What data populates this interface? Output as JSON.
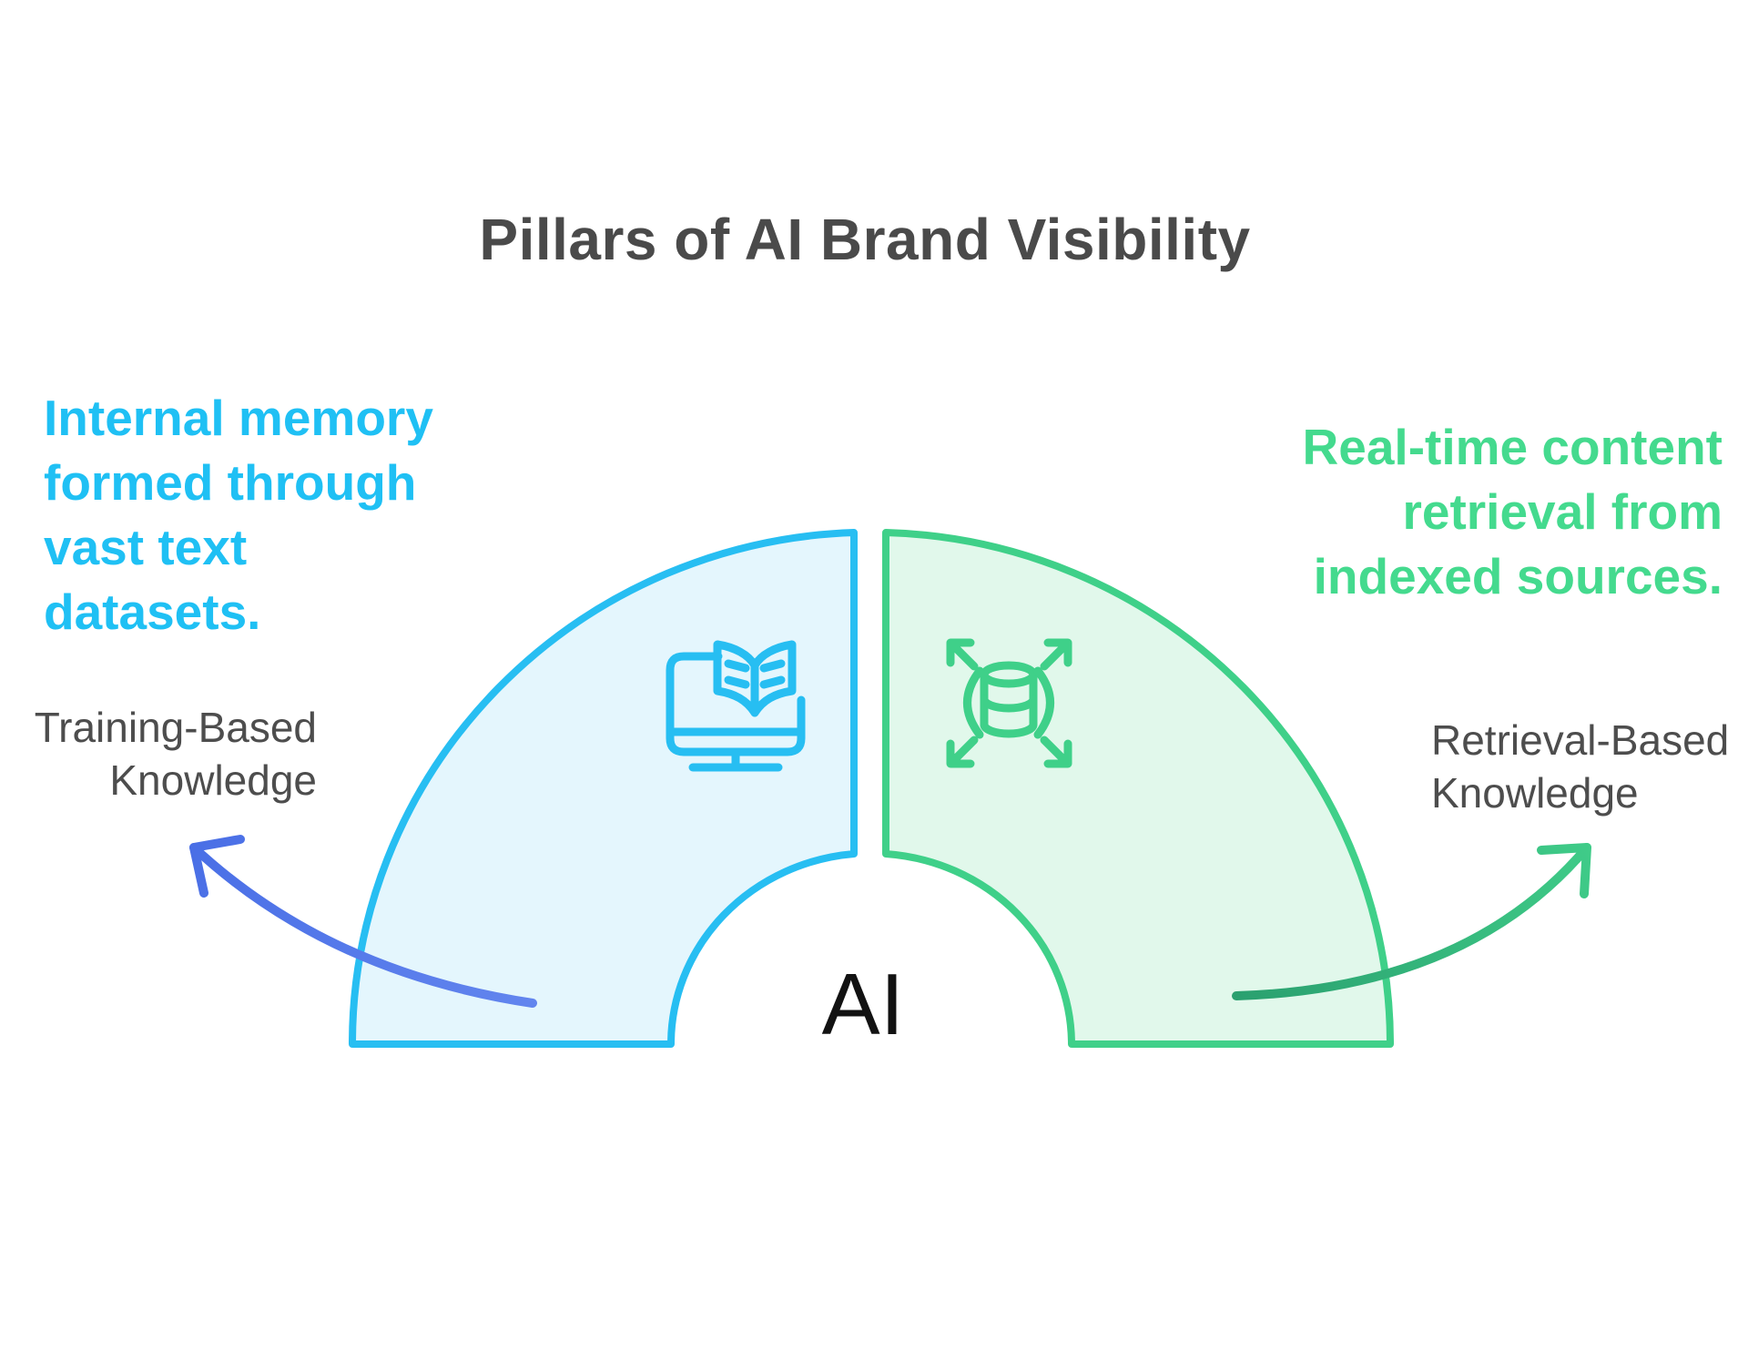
{
  "title": "Pillars of AI Brand Visibility",
  "center_label": "AI",
  "left_panel": {
    "description_lines": [
      "Internal memory",
      "formed through",
      "vast text",
      "datasets."
    ],
    "label_lines": [
      "Training-Based",
      "Knowledge"
    ],
    "icon": "monitor-open-book-icon",
    "text_color": "#1fc0f4",
    "arc_stroke": "#27bef2",
    "arc_fill": "#e4f6fd",
    "arrow_color": "#5379e9"
  },
  "right_panel": {
    "description_lines": [
      "Real-time content",
      "retrieval from",
      "indexed sources."
    ],
    "label_lines": [
      "Retrieval-Based",
      "Knowledge"
    ],
    "icon": "database-expand-icon",
    "text_color": "#44da8e",
    "arc_stroke": "#3fd089",
    "arc_fill": "#e1f8eb",
    "arrow_color": "#2fae77"
  },
  "title_color": "#4a4a4a",
  "label_color": "#4d4d4d",
  "center_label_color": "#121212",
  "background_color": "#ffffff"
}
